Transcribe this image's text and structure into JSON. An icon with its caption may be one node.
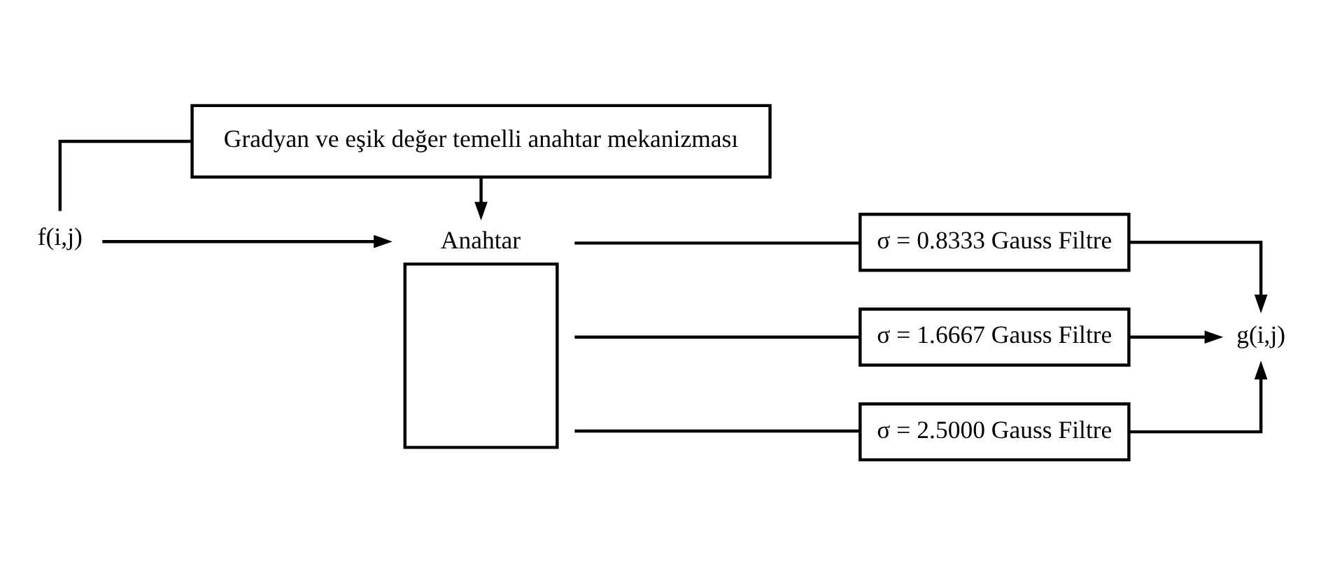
{
  "diagram": {
    "nodes": [
      {
        "text": [
          "f(i,j)"
        ]
      },
      {
        "text": [
          "Anahtar"
        ]
      },
      {
        "text": [
          "σ = 0.8333 Gauss Filtre"
        ]
      },
      {
        "text": [
          "σ = 1.6667 Gauss Filtre"
        ]
      },
      {
        "text": [
          "σ = 2.5000 Gauss Filtre"
        ]
      },
      {
        "text": [
          "g(i,j)"
        ]
      },
      {
        "text": [
          "Gradyan ve eşik değer temelli anahtar mekanizması"
        ]
      }
    ],
    "edges": [
      {
        "from": 0,
        "to": 1,
        "arrow": "to"
      },
      {
        "from": 0,
        "to": 6,
        "arrow": "none"
      },
      {
        "from": 6,
        "to": 1,
        "arrow": "to"
      },
      {
        "from": 1,
        "to": 2,
        "arrow": "none"
      },
      {
        "from": 1,
        "to": 3,
        "arrow": "none"
      },
      {
        "from": 1,
        "to": 4,
        "arrow": "none"
      },
      {
        "from": 2,
        "to": 5,
        "arrow": "to"
      },
      {
        "from": 3,
        "to": 5,
        "arrow": "to"
      },
      {
        "from": 4,
        "to": 5,
        "arrow": "to"
      }
    ]
  }
}
